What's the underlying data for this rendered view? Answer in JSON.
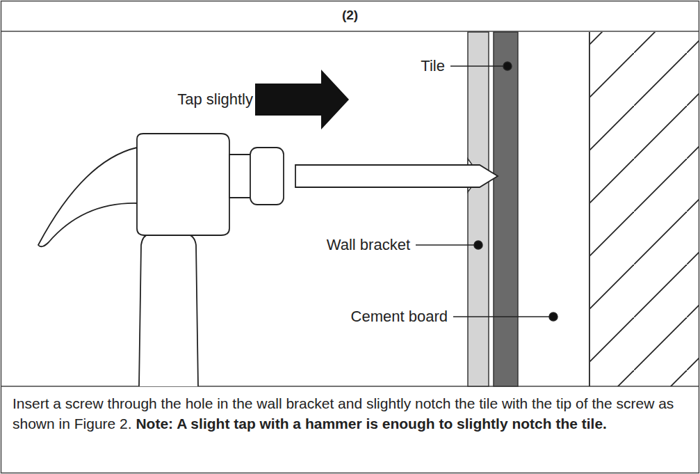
{
  "diagram": {
    "title": "(2)",
    "caption": "Insert a screw through the hole in the wall bracket and slightly notch the tile with the tip of the screw as shown in Figure 2.",
    "labels": [
      "Tap slightly",
      "Tile",
      "Wall bracket",
      "Cement board",
      "Note: A slight tap with a hammer is enough to slightly notch the tile."
    ]
  }
}
